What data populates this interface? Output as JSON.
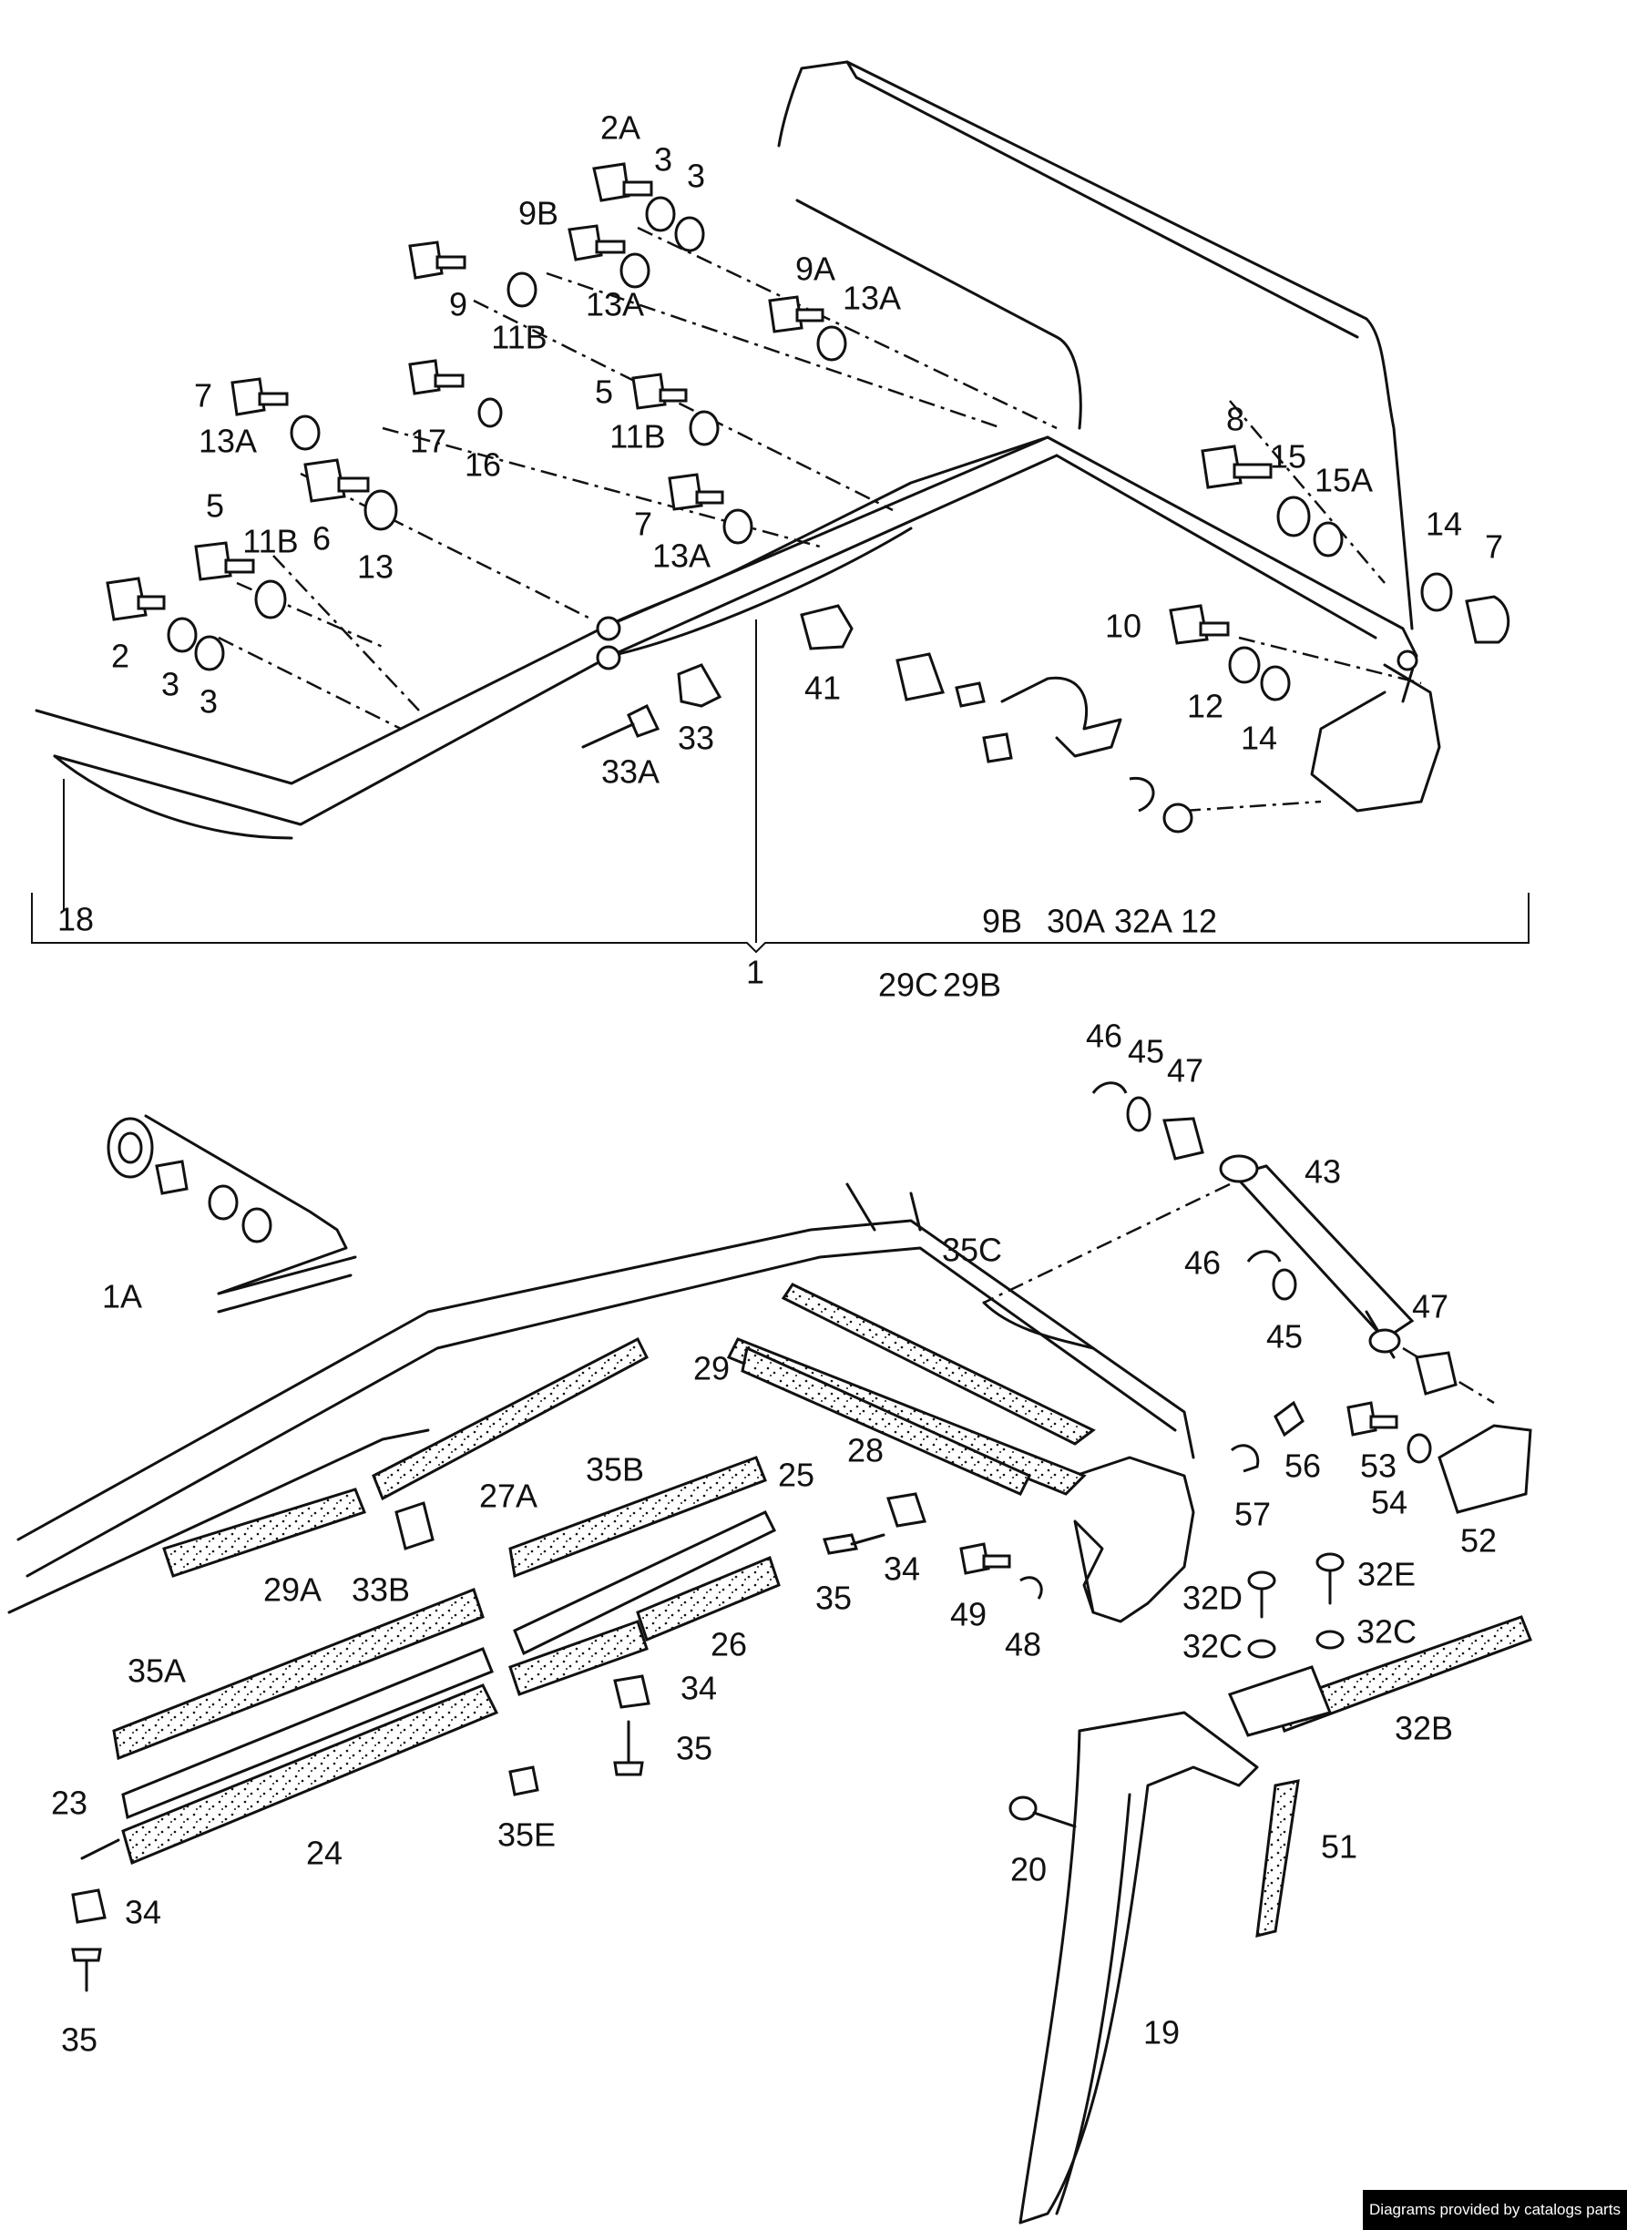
{
  "diagram": {
    "labels": [
      "2A",
      "3",
      "3",
      "9B",
      "9A",
      "13A",
      "9",
      "13A",
      "11B",
      "7",
      "17",
      "5",
      "11B",
      "13A",
      "16",
      "6",
      "13",
      "7",
      "5",
      "13A",
      "11B",
      "2",
      "3",
      "3",
      "41",
      "33",
      "33A",
      "18",
      "1",
      "29C",
      "29B",
      "9B",
      "30A",
      "32A",
      "12",
      "8",
      "15",
      "15A",
      "14",
      "7",
      "10",
      "12",
      "14",
      "46",
      "45",
      "47",
      "1A",
      "43",
      "35C",
      "46",
      "45",
      "47",
      "29",
      "28",
      "27A",
      "35B",
      "25",
      "29A",
      "33B",
      "35",
      "34",
      "56",
      "53",
      "49",
      "57",
      "54",
      "52",
      "48",
      "32D",
      "32E",
      "32C",
      "32C",
      "35A",
      "26",
      "34",
      "35",
      "32B",
      "23",
      "24",
      "35E",
      "20",
      "51",
      "34",
      "35",
      "19"
    ]
  },
  "credit": "Diagrams provided by catalogs parts"
}
